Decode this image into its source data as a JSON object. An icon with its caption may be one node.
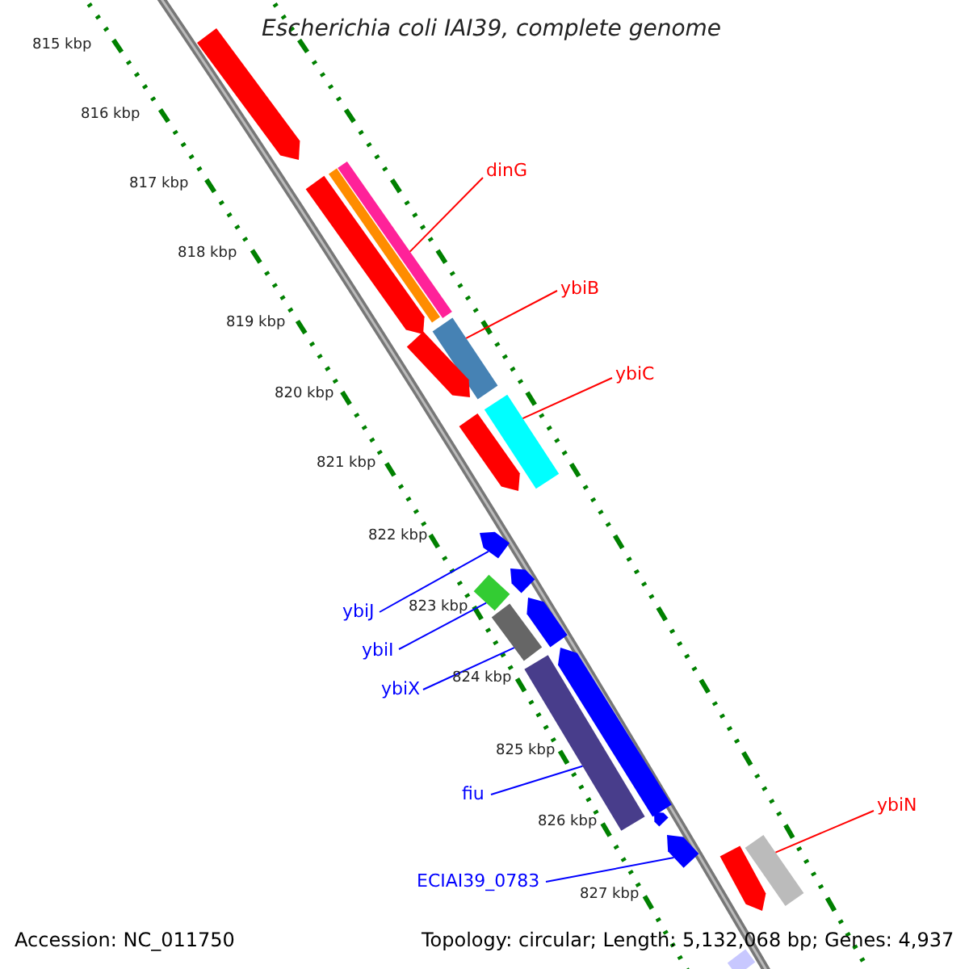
{
  "diagram": {
    "title": "Escherichia coli IAI39, complete genome",
    "nodes": [
      {
        "text": [
          "dinG"
        ]
      },
      {
        "text": [
          "ybiB"
        ]
      },
      {
        "text": [
          "ybiC"
        ]
      },
      {
        "text": [
          "ybiJ"
        ]
      },
      {
        "text": [
          "ybiI"
        ]
      },
      {
        "text": [
          "ybiX"
        ]
      },
      {
        "text": [
          "fiu"
        ]
      },
      {
        "text": [
          "ybiN"
        ]
      },
      {
        "text": [
          "ECIAI39_0783"
        ]
      },
      {
        "text": [],
        "shape": "bar"
      },
      {
        "text": [],
        "shape": "bar"
      },
      {
        "text": [],
        "shape": "bar"
      },
      {
        "text": [],
        "shape": "bar"
      },
      {
        "text": [],
        "shape": "bar"
      },
      {
        "text": [],
        "shape": "bar"
      },
      {
        "text": [],
        "shape": "bar"
      },
      {
        "text": [],
        "shape": "bar"
      },
      {
        "text": [],
        "shape": "bar"
      },
      {
        "text": [],
        "shape": "bar"
      },
      {
        "text": [],
        "shape": "bar"
      },
      {
        "text": [],
        "shape": "bar"
      },
      {
        "text": [],
        "shape": "bar"
      },
      {
        "text": [],
        "shape": "bar"
      },
      {
        "text": [],
        "shape": "bar"
      },
      {
        "text": [],
        "shape": "bar"
      },
      {
        "text": [],
        "shape": "bar"
      },
      {
        "text": [],
        "shape": "bar"
      },
      {
        "text": [],
        "shape": "bar"
      },
      {
        "text": [],
        "shape": "bar"
      }
    ],
    "edges": [
      {
        "from": 0,
        "to": 9,
        "arrow": "none",
        "color": "#ff0000"
      },
      {
        "from": 1,
        "to": 10,
        "arrow": "none",
        "color": "#ff0000"
      },
      {
        "from": 2,
        "to": 11,
        "arrow": "none",
        "color": "#ff0000"
      },
      {
        "from": 3,
        "to": 12,
        "arrow": "none"
      },
      {
        "from": 4,
        "to": 13,
        "arrow": "none"
      },
      {
        "from": 5,
        "to": 14,
        "arrow": "none"
      },
      {
        "from": 6,
        "to": 15,
        "arrow": "none"
      },
      {
        "from": 7,
        "to": 17,
        "arrow": "none",
        "color": "#ff0000"
      },
      {
        "from": 8,
        "to": 16,
        "arrow": "none"
      }
    ],
    "labels": [
      "815 kbp",
      "816 kbp",
      "817 kbp",
      "818 kbp",
      "819 kbp",
      "820 kbp",
      "821 kbp",
      "822 kbp",
      "823 kbp",
      "824 kbp",
      "825 kbp",
      "826 kbp",
      "827 kbp",
      "Accession: NC_011750",
      "Topology: circular; Length: 5,132,068 bp; Genes: 4,937"
    ]
  }
}
